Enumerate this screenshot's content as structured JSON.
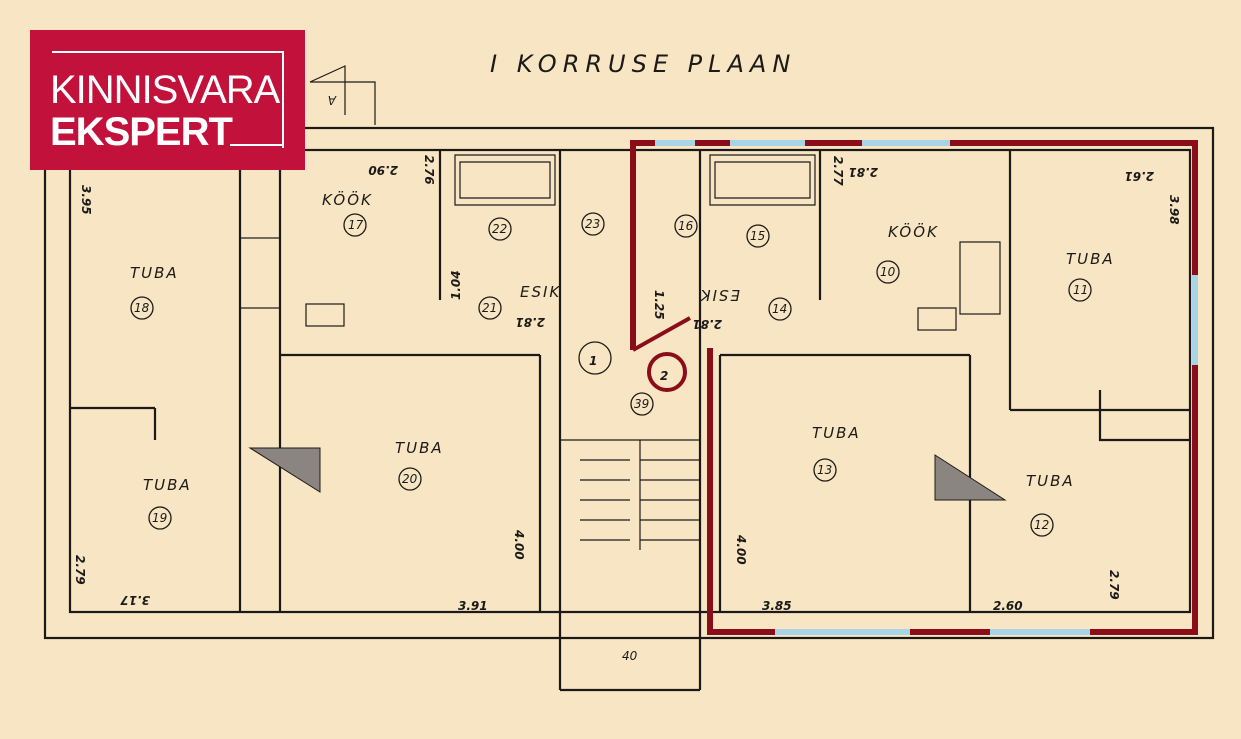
{
  "title": "I KORRUSE PLAAN",
  "section_marker": "A",
  "logo": {
    "line1": "KINNISVARA",
    "line2": "EKSPERT",
    "color": "#c2113a"
  },
  "apartment_markers": [
    "1",
    "2"
  ],
  "highlight_colors": {
    "outline": "#8b0d1a",
    "window": "#a8d4e6"
  },
  "rooms": {
    "r18": {
      "label": "TUBA",
      "number": "18"
    },
    "r17": {
      "label": "KÖÖK",
      "number": "17"
    },
    "r22": {
      "number": "22"
    },
    "r23": {
      "number": "23"
    },
    "r21": {
      "label": "ESIK",
      "number": "21"
    },
    "r19": {
      "label": "TUBA",
      "number": "19"
    },
    "r20": {
      "label": "TUBA",
      "number": "20"
    },
    "r39": {
      "number": "39"
    },
    "r40": {
      "number": "40"
    },
    "r16": {
      "number": "16"
    },
    "r15": {
      "number": "15"
    },
    "r10": {
      "label": "KÖÖK",
      "number": "10"
    },
    "r11": {
      "label": "TUBA",
      "number": "11"
    },
    "r14": {
      "label": "ESIK",
      "number": "14"
    },
    "r13": {
      "label": "TUBA",
      "number": "13"
    },
    "r12": {
      "label": "TUBA",
      "number": "12"
    }
  },
  "dimensions": {
    "d18": "3.95",
    "d17a": "2.90",
    "d17b": "2.76",
    "d21a": "1.04",
    "d21b": "2.81",
    "d19a": "2.79",
    "d19b": "3.17",
    "d20a": "3.91",
    "d20b": "4.00",
    "d14a": "1.25",
    "d14b": "2.81",
    "d10a": "2.81",
    "d10b": "2.77",
    "d11a": "2.61",
    "d11b": "3.98",
    "d13a": "4.00",
    "d13b": "3.85",
    "d12a": "2.60",
    "d12b": "2.79"
  }
}
